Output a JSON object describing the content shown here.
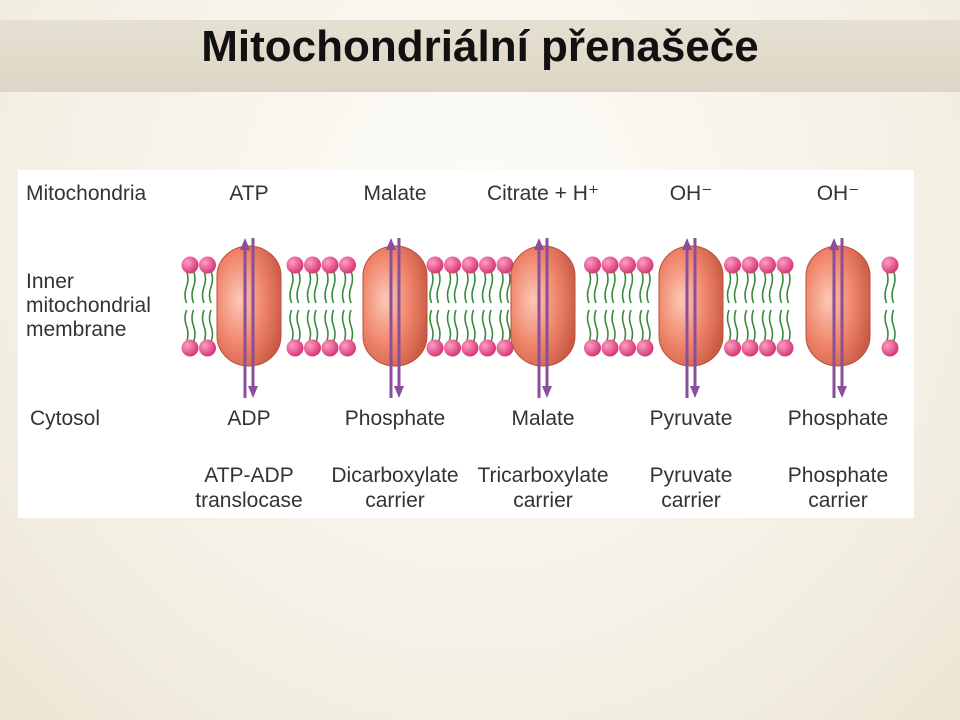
{
  "slide": {
    "title": "Mitochondriální přenašeče"
  },
  "diagram": {
    "row_labels": {
      "top": "Mitochondria",
      "membrane_line1": "Inner",
      "membrane_line2": "mitochondrial",
      "membrane_line3": "membrane",
      "bottom": "Cytosol"
    },
    "carriers": [
      {
        "top": "ATP",
        "bottom": "ADP",
        "name_line1": "ATP-ADP",
        "name_line2": "translocase"
      },
      {
        "top": "Malate",
        "bottom": "Phosphate",
        "name_line1": "Dicarboxylate",
        "name_line2": "carrier"
      },
      {
        "top": "Citrate + H⁺",
        "bottom": "Malate",
        "name_line1": "Tricarboxylate",
        "name_line2": "carrier"
      },
      {
        "top": "OH⁻",
        "bottom": "Pyruvate",
        "name_line1": "Pyruvate",
        "name_line2": "carrier"
      },
      {
        "top": "OH⁻",
        "bottom": "Phosphate",
        "name_line1": "Phosphate",
        "name_line2": "carrier"
      }
    ],
    "colors": {
      "lipid_head": "#e04a86",
      "lipid_tail": "#3a8a3a",
      "protein": "#f0846a",
      "arrow": "#8a4f9a",
      "text": "#333333"
    }
  }
}
